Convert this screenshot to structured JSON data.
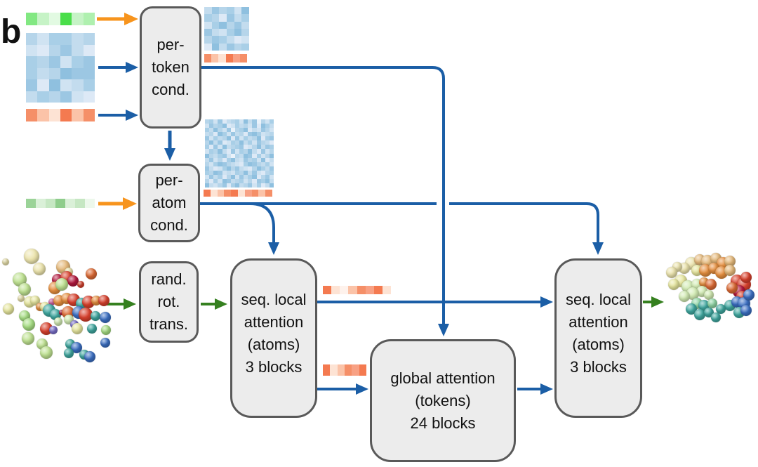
{
  "panel_label": "b",
  "colors": {
    "arrow-blue": "#1b5ea6",
    "arrow-green": "#35801f",
    "arrow-orange": "#f7941d",
    "box-fill": "#ececec",
    "box-border": "#595959",
    "text": "#111111"
  },
  "boxes": {
    "per_token": {
      "lines": [
        "per-",
        "token",
        "cond."
      ]
    },
    "per_atom": {
      "lines": [
        "per-",
        "atom",
        "cond."
      ]
    },
    "rand_rot": {
      "lines": [
        "rand.",
        "rot.",
        "trans."
      ]
    },
    "seq_local_left": {
      "lines": [
        "seq. local",
        "attention",
        "(atoms)",
        "3 blocks"
      ]
    },
    "global_attention": {
      "lines": [
        "global attention",
        "(tokens)",
        "24 blocks"
      ]
    },
    "seq_local_right": {
      "lines": [
        "seq. local",
        "attention",
        "(atoms)",
        "3 blocks"
      ]
    }
  },
  "connectors": [
    {
      "name": "token-features-to-per-token",
      "color": "orange",
      "from": "token-features-strip",
      "to": "per-token-cond"
    },
    {
      "name": "pair-matrix-to-per-token",
      "color": "blue",
      "from": "pair-matrix",
      "to": "per-token-cond"
    },
    {
      "name": "token-red-strip-to-per-token",
      "color": "blue",
      "from": "token-red-strip",
      "to": "per-token-cond"
    },
    {
      "name": "per-token-to-per-atom",
      "color": "blue",
      "from": "per-token-cond",
      "to": "per-atom-cond"
    },
    {
      "name": "per-token-to-global-attention",
      "color": "blue",
      "from": "per-token-cond",
      "to": "global-attention"
    },
    {
      "name": "atom-features-to-per-atom",
      "color": "orange",
      "from": "atom-features-strip",
      "to": "per-atom-cond"
    },
    {
      "name": "per-atom-to-seq-local-left",
      "color": "blue",
      "from": "per-atom-cond",
      "to": "seq-local-attention-1"
    },
    {
      "name": "per-atom-to-seq-local-right",
      "color": "blue",
      "from": "per-atom-cond",
      "to": "seq-local-attention-2"
    },
    {
      "name": "noisy-atoms-to-rand-rot",
      "color": "green",
      "from": "noisy-molecule",
      "to": "rand-rot-trans"
    },
    {
      "name": "rand-rot-to-seq-local-left",
      "color": "green",
      "from": "rand-rot-trans",
      "to": "seq-local-attention-1"
    },
    {
      "name": "seq-local-left-to-seq-local-right",
      "color": "blue",
      "from": "seq-local-attention-1",
      "to": "seq-local-attention-2"
    },
    {
      "name": "seq-local-left-to-global",
      "color": "blue",
      "from": "seq-local-attention-1",
      "to": "global-attention"
    },
    {
      "name": "global-to-seq-local-right",
      "color": "blue",
      "from": "global-attention",
      "to": "seq-local-attention-2"
    },
    {
      "name": "seq-local-right-to-output",
      "color": "green",
      "from": "seq-local-attention-2",
      "to": "denoised-molecule"
    }
  ],
  "heatmaps": {
    "token_green_strip": {
      "palette": [
        "#82e882",
        "#c6f3c6",
        "#e2fae2",
        "#4ade4a",
        "#aff0af"
      ],
      "grid": [
        "012314"
      ]
    },
    "pair_matrix": {
      "palette": [
        "#8fc0df",
        "#9cc7e3",
        "#a9cfe7",
        "#b6d5ea",
        "#c3dcee",
        "#d0e3f2",
        "#dde9f6",
        "#eaf2fa"
      ],
      "grid": [
        "352243",
        "563146",
        "231521",
        "243011",
        "160542",
        "423156"
      ]
    },
    "token_red_strip": {
      "palette": [
        "#f47a50",
        "#f58f68",
        "#f8a184",
        "#fbc3a8",
        "#fde3d4",
        "#fef2ec"
      ],
      "grid": [
        "134031"
      ]
    },
    "token_out_matrix": {
      "palette": [
        "#8fc0df",
        "#9cc7e3",
        "#a9cfe7",
        "#b6d5ea",
        "#c3dcee",
        "#d0e3f2",
        "#dde9f6",
        "#eaf2fa"
      ],
      "grid": [
        "413250",
        "236142",
        "520314",
        "145203",
        "312465",
        "604132"
      ]
    },
    "token_out_red_strip": {
      "palette": [
        "#f47a50",
        "#f58f68",
        "#f8a184",
        "#fbc3a8",
        "#fde3d4",
        "#fef2ec"
      ],
      "grid": [
        "134021"
      ]
    },
    "atom_fine_matrix": {
      "palette": [
        "#8fc0df",
        "#9cc7e3",
        "#a9cfe7",
        "#b6d5ea",
        "#c3dcee",
        "#d0e3f2",
        "#dde9f6",
        "#eaf2fa"
      ],
      "grid": [
        "3251643250417352",
        "5132065243516024",
        "2403517320645135",
        "4360251436102543",
        "1524306152430621",
        "3041652304251346",
        "2615043216530412",
        "5230461523046153",
        "0342157340162530",
        "4153620451325064",
        "3520134562013425",
        "1465203145630241",
        "2301545230415632",
        "5142630514206315",
        "3625014325361204",
        "0453162043152640"
      ]
    },
    "atom_fine_red_strip": {
      "palette": [
        "#f47a50",
        "#f58f68",
        "#f8a184",
        "#fbc3a8",
        "#fde3d4",
        "#fef2ec"
      ],
      "grid": [
        "0431042131"
      ]
    },
    "atom_green_strip": {
      "palette": [
        "#9bd398",
        "#c6e7c3",
        "#daf0d8",
        "#8fcd8c",
        "#edf8ec"
      ],
      "grid": [
        "0213214"
      ]
    },
    "skip_red_strip_upper": {
      "palette": [
        "#f47a50",
        "#f58f68",
        "#f8a184",
        "#fbc3a8",
        "#fde3d4",
        "#fef2ec"
      ],
      "grid": [
        "04531204"
      ]
    },
    "skip_red_strip_lower": {
      "palette": [
        "#f47a50",
        "#f58f68",
        "#f8a184",
        "#fbc3a8",
        "#fde3d4",
        "#fef2ec"
      ],
      "grid": [
        "043120"
      ]
    }
  },
  "molecules": {
    "noisy": {
      "palette": {
        "cr": "#ece4ad",
        "py": "#e7e79f",
        "tn": "#e5b97b",
        "or": "#e68f3f",
        "ro": "#dc6a34",
        "rd": "#d7402c",
        "cm": "#b2173d",
        "pk": "#d563a6",
        "lg": "#bfe292",
        "pg": "#d3ecb4",
        "gn": "#a6dd83",
        "tl": "#3fa8a0",
        "bl": "#3b6fc3",
        "vi": "#7a70cc",
        "mg": "#8fd6a5"
      },
      "atoms": [
        [
          45,
          20,
          11,
          "cr"
        ],
        [
          56,
          38,
          9,
          "cr"
        ],
        [
          8,
          28,
          5,
          "cr"
        ],
        [
          90,
          35,
          10,
          "tn"
        ],
        [
          130,
          45,
          8,
          "ro"
        ],
        [
          28,
          53,
          10,
          "lg"
        ],
        [
          35,
          67,
          9,
          "lg"
        ],
        [
          98,
          42,
          6,
          "cr"
        ],
        [
          82,
          53,
          8,
          "cm"
        ],
        [
          95,
          50,
          9,
          "rd"
        ],
        [
          104,
          55,
          8,
          "cm"
        ],
        [
          78,
          65,
          9,
          "or"
        ],
        [
          88,
          60,
          9,
          "lg"
        ],
        [
          30,
          80,
          5,
          "cr"
        ],
        [
          115,
          60,
          5,
          "rd"
        ],
        [
          42,
          85,
          8,
          "py"
        ],
        [
          50,
          83,
          7,
          "py"
        ],
        [
          12,
          95,
          8,
          "py"
        ],
        [
          57,
          92,
          6,
          "or"
        ],
        [
          64,
          92,
          7,
          "py"
        ],
        [
          74,
          85,
          5,
          "pk"
        ],
        [
          84,
          83,
          8,
          "or"
        ],
        [
          95,
          80,
          8,
          "or"
        ],
        [
          105,
          82,
          9,
          "rd"
        ],
        [
          116,
          87,
          8,
          "tl"
        ],
        [
          126,
          85,
          9,
          "rd"
        ],
        [
          137,
          83,
          7,
          "or"
        ],
        [
          148,
          83,
          8,
          "rd"
        ],
        [
          70,
          97,
          9,
          "tl"
        ],
        [
          79,
          103,
          8,
          "tl"
        ],
        [
          88,
          100,
          4,
          "cm"
        ],
        [
          97,
          100,
          9,
          "ro"
        ],
        [
          112,
          100,
          9,
          "bl"
        ],
        [
          122,
          103,
          10,
          "rd"
        ],
        [
          136,
          105,
          7,
          "tl"
        ],
        [
          150,
          107,
          8,
          "bl"
        ],
        [
          35,
          105,
          8,
          "gn"
        ],
        [
          41,
          117,
          9,
          "gn"
        ],
        [
          98,
          110,
          7,
          "pg"
        ],
        [
          83,
          113,
          6,
          "pg"
        ],
        [
          106,
          117,
          6,
          "vi"
        ],
        [
          66,
          123,
          9,
          "rd"
        ],
        [
          76,
          125,
          6,
          "vi"
        ],
        [
          110,
          123,
          8,
          "py"
        ],
        [
          131,
          123,
          7,
          "tl"
        ],
        [
          151,
          125,
          7,
          "gn"
        ],
        [
          40,
          137,
          9,
          "lg"
        ],
        [
          60,
          145,
          8,
          "lg"
        ],
        [
          66,
          157,
          9,
          "lg"
        ],
        [
          100,
          145,
          7,
          "tl"
        ],
        [
          109,
          150,
          8,
          "bl"
        ],
        [
          98,
          158,
          7,
          "tl"
        ],
        [
          150,
          143,
          7,
          "bl"
        ],
        [
          120,
          160,
          7,
          "tl"
        ],
        [
          128,
          163,
          8,
          "bl"
        ]
      ]
    },
    "denoised": {
      "palette": {
        "cr": "#ece4ad",
        "py": "#e7e79f",
        "tn": "#e5b97b",
        "or": "#e68f3f",
        "ro": "#dc6a34",
        "rd": "#d7402c",
        "cm": "#b2173d",
        "pg": "#d3ecb4",
        "mg": "#8fd6a5",
        "tl": "#3fa8a0",
        "bl": "#3b6fc3"
      },
      "atoms": [
        [
          40,
          15,
          9,
          "cr"
        ],
        [
          52,
          10,
          8,
          "tn"
        ],
        [
          63,
          12,
          9,
          "tn"
        ],
        [
          75,
          8,
          8,
          "tn"
        ],
        [
          85,
          15,
          9,
          "or"
        ],
        [
          95,
          12,
          8,
          "tn"
        ],
        [
          30,
          22,
          8,
          "cr"
        ],
        [
          20,
          20,
          7,
          "cr"
        ],
        [
          12,
          28,
          8,
          "cr"
        ],
        [
          48,
          25,
          8,
          "py"
        ],
        [
          60,
          25,
          9,
          "or"
        ],
        [
          72,
          22,
          8,
          "or"
        ],
        [
          83,
          28,
          9,
          "or"
        ],
        [
          95,
          25,
          8,
          "tn"
        ],
        [
          105,
          40,
          9,
          "rd"
        ],
        [
          115,
          45,
          10,
          "rd"
        ],
        [
          108,
          55,
          9,
          "cm"
        ],
        [
          98,
          50,
          8,
          "ro"
        ],
        [
          118,
          35,
          8,
          "rd"
        ],
        [
          112,
          62,
          8,
          "rd"
        ],
        [
          25,
          40,
          9,
          "py"
        ],
        [
          15,
          45,
          8,
          "py"
        ],
        [
          35,
          48,
          9,
          "pg"
        ],
        [
          48,
          45,
          8,
          "pg"
        ],
        [
          58,
          42,
          7,
          "or"
        ],
        [
          68,
          45,
          8,
          "ro"
        ],
        [
          55,
          55,
          8,
          "pg"
        ],
        [
          42,
          58,
          9,
          "pg"
        ],
        [
          65,
          60,
          7,
          "pg"
        ],
        [
          30,
          62,
          8,
          "pg"
        ],
        [
          48,
          72,
          8,
          "mg"
        ],
        [
          58,
          75,
          8,
          "tl"
        ],
        [
          70,
          72,
          7,
          "mg"
        ],
        [
          40,
          80,
          8,
          "tl"
        ],
        [
          52,
          88,
          8,
          "tl"
        ],
        [
          65,
          85,
          7,
          "tl"
        ],
        [
          95,
          75,
          8,
          "tl"
        ],
        [
          105,
          70,
          8,
          "bl"
        ],
        [
          115,
          72,
          9,
          "bl"
        ],
        [
          122,
          60,
          8,
          "bl"
        ],
        [
          108,
          85,
          8,
          "tl"
        ],
        [
          118,
          82,
          8,
          "bl"
        ],
        [
          82,
          80,
          7,
          "tl"
        ],
        [
          75,
          92,
          7,
          "tl"
        ]
      ]
    }
  }
}
